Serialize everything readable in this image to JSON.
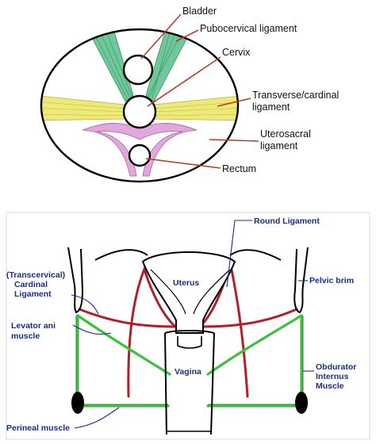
{
  "top_diagram": {
    "labels": {
      "bladder": "Bladder",
      "pubocervical": "Pubocervical ligament",
      "cervix": "Cervix",
      "transverse_1": "Transverse/cardinal",
      "transverse_2": "ligament",
      "uterosacral_1": "Uterosacral",
      "uterosacral_2": "ligament",
      "rectum": "Rectum"
    },
    "colors": {
      "pubocervical": "#6fc89a",
      "transverse": "#eeea77",
      "uterosacral": "#e2a8de",
      "leader": "#c0392b",
      "outline": "#000000"
    }
  },
  "bottom_diagram": {
    "labels": {
      "round_ligament": "Round Ligament",
      "transcervical_1": "(Transcervical)",
      "transcervical_2": "Cardinal",
      "transcervical_3": "Ligament",
      "uterus": "Uterus",
      "pelvic_brim": "Pelvic brim",
      "levator_1": "Levator ani",
      "levator_2": "muscle",
      "vagina": "Vagina",
      "obdurator_1": "Obdurator",
      "obdurator_2": "Internus",
      "obdurator_3": "Muscle",
      "perineal": "Perineal muscle"
    },
    "colors": {
      "text": "#1a2d8f",
      "leader": "#1a2d8f",
      "green": "#3fbf3f",
      "red": "#b0202a",
      "outline": "#000000"
    }
  }
}
